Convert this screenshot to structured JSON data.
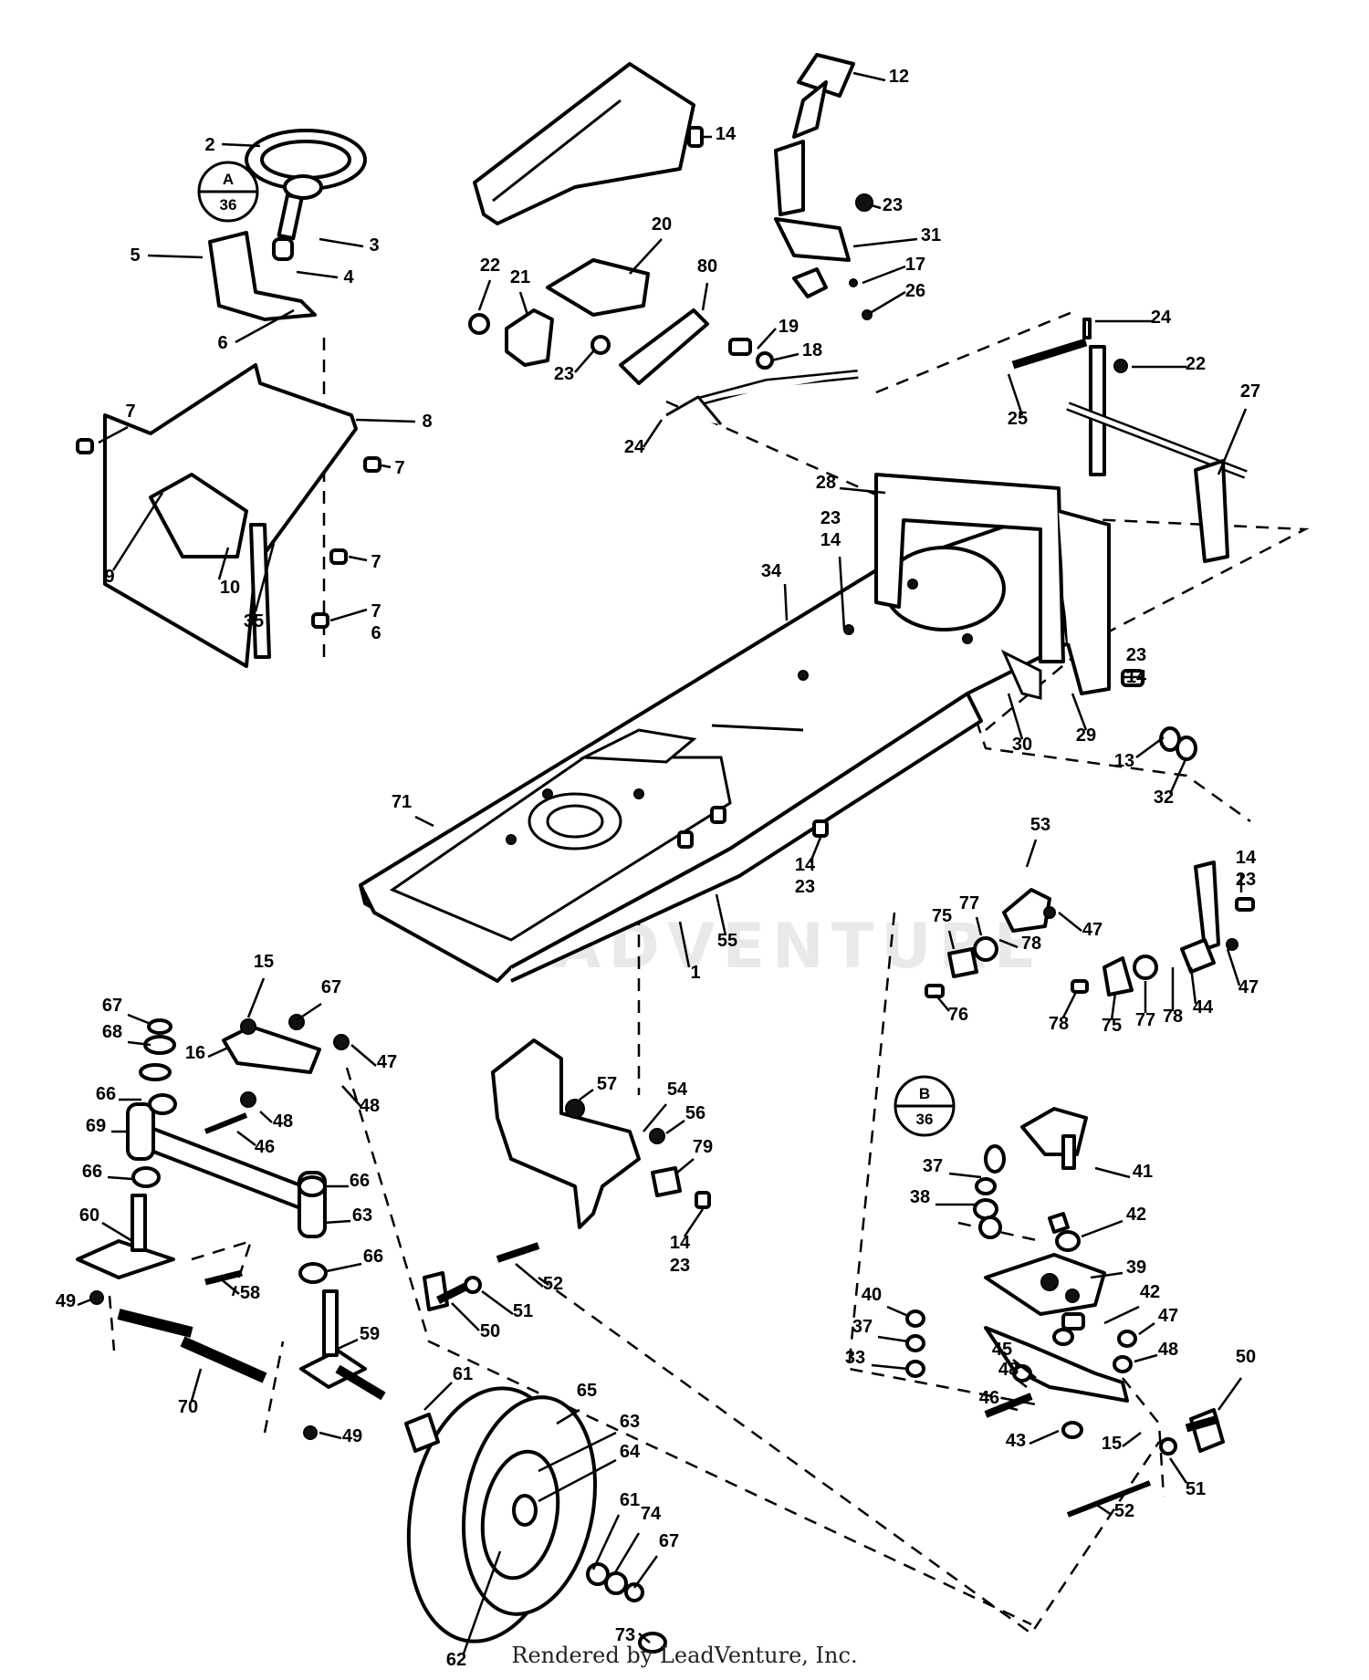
{
  "watermark": "LEADVENTURE",
  "footer": "Rendered by LeadVenture, Inc.",
  "callouts": [
    {
      "id": "A",
      "ref": "36"
    },
    {
      "id": "B",
      "ref": "36"
    }
  ],
  "labels": [
    "1",
    "2",
    "3",
    "4",
    "5",
    "6",
    "7",
    "8",
    "9",
    "10",
    "12",
    "13",
    "14",
    "15",
    "16",
    "17",
    "18",
    "19",
    "20",
    "21",
    "22",
    "23",
    "24",
    "25",
    "26",
    "27",
    "28",
    "29",
    "30",
    "31",
    "32",
    "33",
    "34",
    "35",
    "37",
    "38",
    "39",
    "40",
    "41",
    "42",
    "43",
    "44",
    "45",
    "46",
    "47",
    "48",
    "49",
    "50",
    "51",
    "52",
    "53",
    "54",
    "55",
    "56",
    "57",
    "58",
    "59",
    "60",
    "61",
    "62",
    "63",
    "64",
    "65",
    "66",
    "67",
    "68",
    "69",
    "70",
    "71",
    "73",
    "74",
    "75",
    "76",
    "77",
    "78",
    "79",
    "80"
  ]
}
